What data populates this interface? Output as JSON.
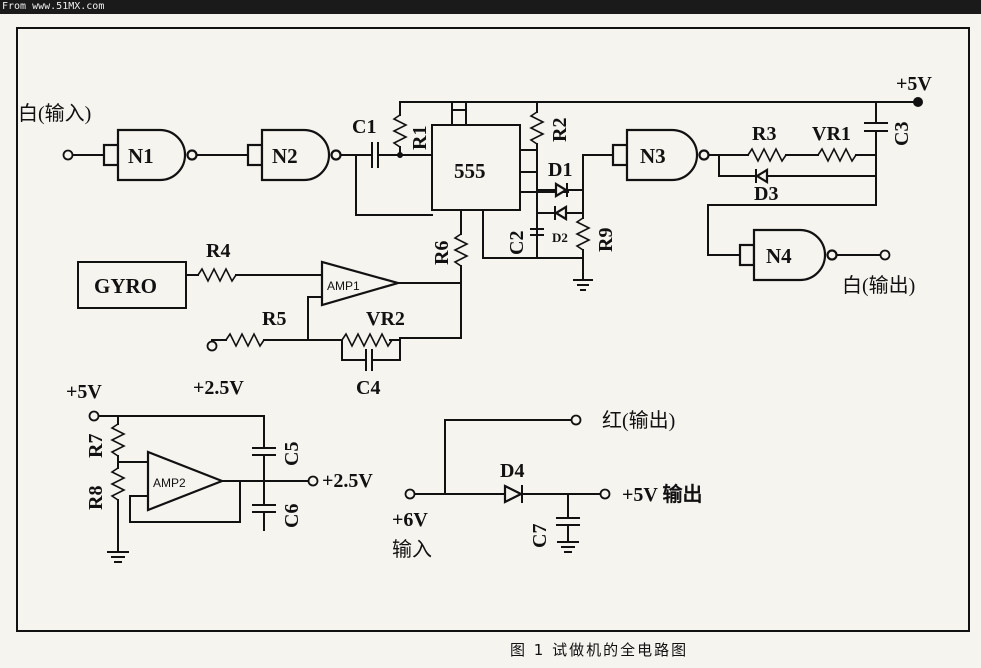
{
  "watermark": "From www.51MX.com",
  "caption": "图 1   试做机的全电路图",
  "labels": {
    "white_in": "白(输入)",
    "white_out": "白(输出)",
    "red_out": "红(输出)",
    "v5_top": "+5V",
    "v5_reg": "+5V",
    "v25_bias": "+2.5V",
    "v25_out": "+2.5V",
    "v6_in": "+6V",
    "v6_in_sub": "输入",
    "v5_out": "+5V  输出"
  },
  "gates": {
    "n1": "N1",
    "n2": "N2",
    "n3": "N3",
    "n4": "N4"
  },
  "ics": {
    "timer": "555",
    "amp1": "AMP1",
    "amp2": "AMP2",
    "gyro": "GYRO"
  },
  "components": {
    "c1": "C1",
    "r1": "R1",
    "r2": "R2",
    "d1": "D1",
    "c2": "C2",
    "d2": "D2",
    "r9": "R9",
    "r3": "R3",
    "vr1": "VR1",
    "c3": "C3",
    "d3": "D3",
    "r4": "R4",
    "r6": "R6",
    "r5": "R5",
    "vr2": "VR2",
    "c4": "C4",
    "r7": "R7",
    "r8": "R8",
    "c5": "C5",
    "c6": "C6",
    "d4": "D4",
    "c7": "C7"
  }
}
